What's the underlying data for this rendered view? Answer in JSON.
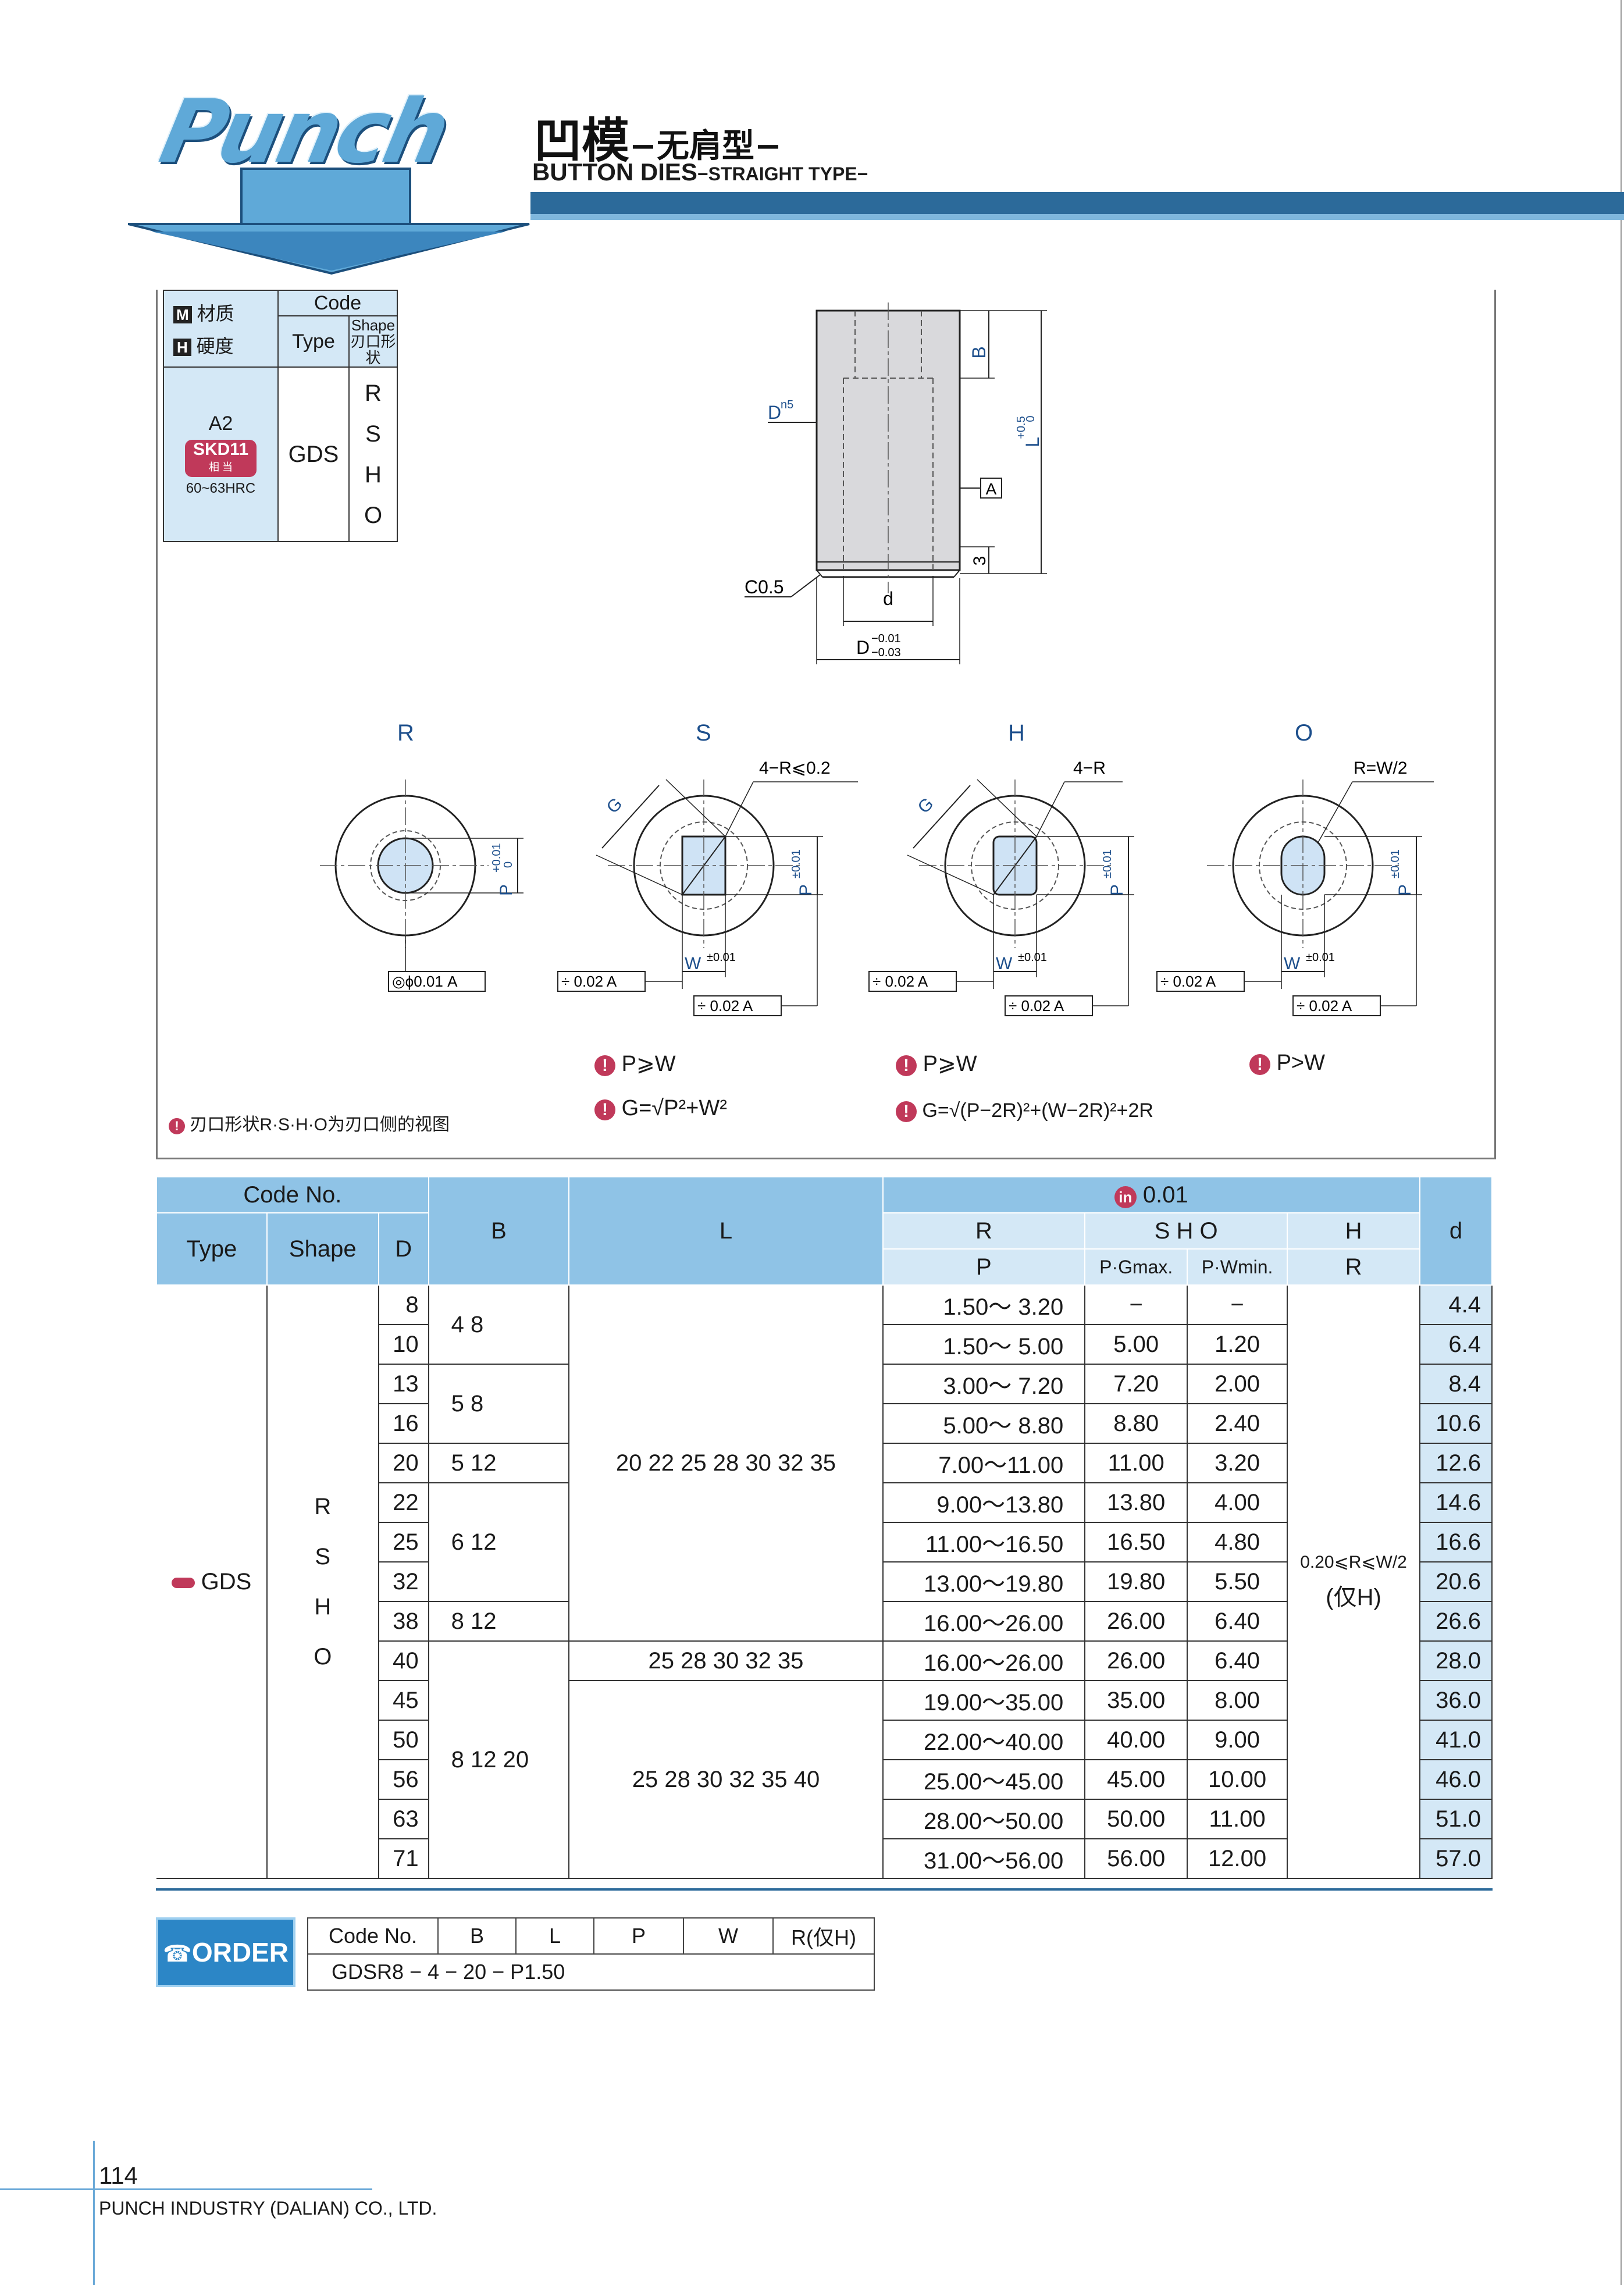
{
  "header": {
    "logo": "Punch",
    "title_cn_main": "凹模",
    "title_cn_sub": "−无肩型−",
    "title_en_main": "BUTTON DIES",
    "title_en_sub": "−STRAIGHT TYPE−"
  },
  "material_box": {
    "m_label": "材质",
    "h_label": "硬度",
    "code": "Code",
    "type": "Type",
    "shape": "Shape",
    "shape_cn": "刃口形状",
    "material": "A2",
    "badge": "SKD11",
    "badge_sub": "相 当",
    "hardness": "60~63HRC",
    "type_value": "GDS",
    "shapes": [
      "R",
      "S",
      "H",
      "O"
    ]
  },
  "drawing": {
    "b": "B",
    "d_n5": "D",
    "n5": "n5",
    "l_tol": "L",
    "l_tol_up": "+0.5",
    "l_tol_low": "0",
    "datum": "A",
    "three": "3",
    "chamfer": "C0.5",
    "d_small": "d",
    "d_big": "D",
    "d_tol_up": "−0.01",
    "d_tol_low": "−0.03",
    "views": [
      {
        "label": "R",
        "note": "",
        "tol": "◎ϕ0.01 A"
      },
      {
        "label": "S",
        "note": "4−R⩽0.2",
        "tol": "÷ 0.02 A"
      },
      {
        "label": "H",
        "note": "4−R",
        "tol": "÷ 0.02 A"
      },
      {
        "label": "O",
        "note": "R=W/2",
        "tol": "÷ 0.02 A"
      }
    ],
    "p_tol": "P",
    "p_tol_val": "+0.01",
    "p_tol_low": "0",
    "p_pm": "±0.01",
    "w_pm": "±0.01",
    "w": "W",
    "g": "G",
    "rule_s": "P⩾W",
    "rule_h": "P⩾W",
    "rule_o": "P>W",
    "formula_s": "G=√P²+W²",
    "formula_h": "G=√(P−2R)²+(W−2R)²+2R",
    "footnote": "刃口形状R·S·H·O为刃口侧的视图"
  },
  "spec_table": {
    "headers": {
      "code_no": "Code No.",
      "type": "Type",
      "shape": "Shape",
      "d_upper": "D",
      "b": "B",
      "l": "L",
      "unit": "0.01",
      "r": "R",
      "sho": "S H O",
      "h": "H",
      "p": "P",
      "pgmax": "P·Gmax.",
      "pwmin": "P·Wmin.",
      "r2": "R",
      "d_lower": "d"
    },
    "type_value": "GDS",
    "shape_values": [
      "R",
      "S",
      "H",
      "O"
    ],
    "l_group1": "20 22 25 28 30 32 35",
    "l_group2": "25 28 30 32 35",
    "l_group3": "25 28 30 32 35 40",
    "h_range": "0.20⩽R⩽W/2",
    "h_only": "(仅H)",
    "rows": [
      {
        "D": "8",
        "B": "4 8",
        "P": "1.50～ 3.20",
        "Gmax": "−",
        "Wmin": "−",
        "d": "4.4"
      },
      {
        "D": "10",
        "B": "",
        "P": "1.50～ 5.00",
        "Gmax": "5.00",
        "Wmin": "1.20",
        "d": "6.4"
      },
      {
        "D": "13",
        "B": "5 8",
        "P": "3.00～ 7.20",
        "Gmax": "7.20",
        "Wmin": "2.00",
        "d": "8.4"
      },
      {
        "D": "16",
        "B": "",
        "P": "5.00～ 8.80",
        "Gmax": "8.80",
        "Wmin": "2.40",
        "d": "10.6"
      },
      {
        "D": "20",
        "B": "5 12",
        "P": "7.00～11.00",
        "Gmax": "11.00",
        "Wmin": "3.20",
        "d": "12.6"
      },
      {
        "D": "22",
        "B": "6 12",
        "P": "9.00～13.80",
        "Gmax": "13.80",
        "Wmin": "4.00",
        "d": "14.6"
      },
      {
        "D": "25",
        "B": "",
        "P": "11.00～16.50",
        "Gmax": "16.50",
        "Wmin": "4.80",
        "d": "16.6"
      },
      {
        "D": "32",
        "B": "",
        "P": "13.00～19.80",
        "Gmax": "19.80",
        "Wmin": "5.50",
        "d": "20.6"
      },
      {
        "D": "38",
        "B": "8 12",
        "P": "16.00～26.00",
        "Gmax": "26.00",
        "Wmin": "6.40",
        "d": "26.6"
      },
      {
        "D": "40",
        "B": "8 12 20",
        "P": "16.00～26.00",
        "Gmax": "26.00",
        "Wmin": "6.40",
        "d": "28.0"
      },
      {
        "D": "45",
        "B": "",
        "P": "19.00～35.00",
        "Gmax": "35.00",
        "Wmin": "8.00",
        "d": "36.0"
      },
      {
        "D": "50",
        "B": "",
        "P": "22.00～40.00",
        "Gmax": "40.00",
        "Wmin": "9.00",
        "d": "41.0"
      },
      {
        "D": "56",
        "B": "",
        "P": "25.00～45.00",
        "Gmax": "45.00",
        "Wmin": "10.00",
        "d": "46.0"
      },
      {
        "D": "63",
        "B": "",
        "P": "28.00～50.00",
        "Gmax": "50.00",
        "Wmin": "11.00",
        "d": "51.0"
      },
      {
        "D": "71",
        "B": "",
        "P": "31.00～56.00",
        "Gmax": "56.00",
        "Wmin": "12.00",
        "d": "57.0"
      }
    ]
  },
  "order": {
    "label": "ORDER",
    "headers": [
      "Code No.",
      "B",
      "L",
      "P",
      "W",
      "R(仅H)"
    ],
    "example": "GDSR8 − 4 − 20 − P1.50"
  },
  "footer": {
    "page_number": "114",
    "company": "PUNCH INDUSTRY (DALIAN) CO., LTD."
  },
  "colors": {
    "accent_blue": "#2c6a9a",
    "light_blue": "#8fc3e6",
    "cell_blue": "#d4e8f6",
    "badge_red": "#c0395a"
  }
}
